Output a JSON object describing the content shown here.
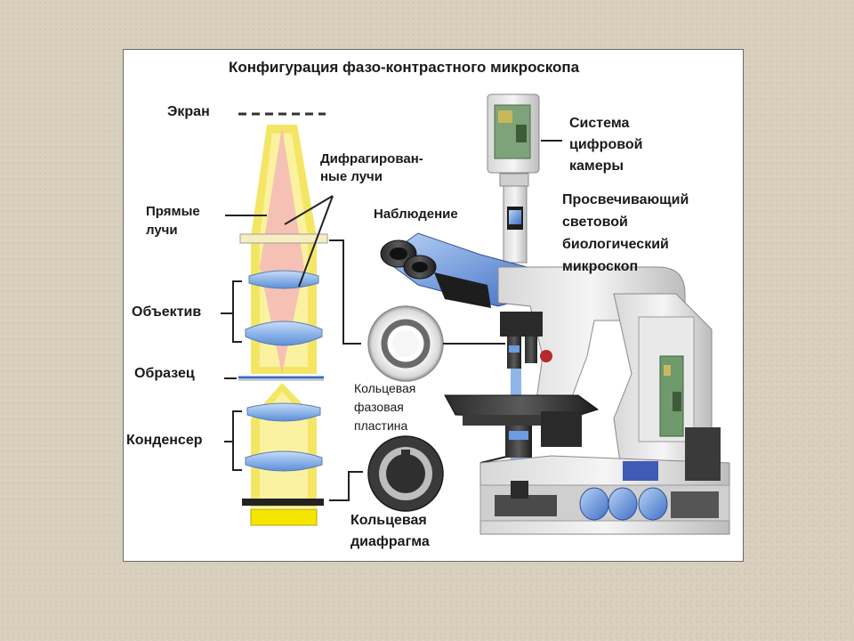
{
  "title": "Конфигурация фазо-контрастного микроскопа",
  "labels": {
    "screen": "Экран",
    "diffracted_1": "Дифрагирован-",
    "diffracted_2": "ные лучи",
    "direct_1": "Прямые",
    "direct_2": "лучи",
    "objective": "Объектив",
    "specimen": "Образец",
    "condenser": "Конденсер",
    "observation": "Наблюдение",
    "camera_1": "Система",
    "camera_2": "цифровой",
    "camera_3": "камеры",
    "microscope_1": "Просвечивающий",
    "microscope_2": "световой",
    "microscope_3": "биологический",
    "microscope_4": "микроскоп",
    "phase_plate_1": "Кольцевая",
    "phase_plate_2": "фазовая",
    "phase_plate_3": "пластина",
    "annular_1": "Кольцевая",
    "annular_2": "диафрагма"
  },
  "colors": {
    "beam_yellow": "#f2e24a",
    "beam_pink": "#f4b8b8",
    "lens_blue": "#8fb6ea",
    "source_yellow": "#f5e600"
  }
}
